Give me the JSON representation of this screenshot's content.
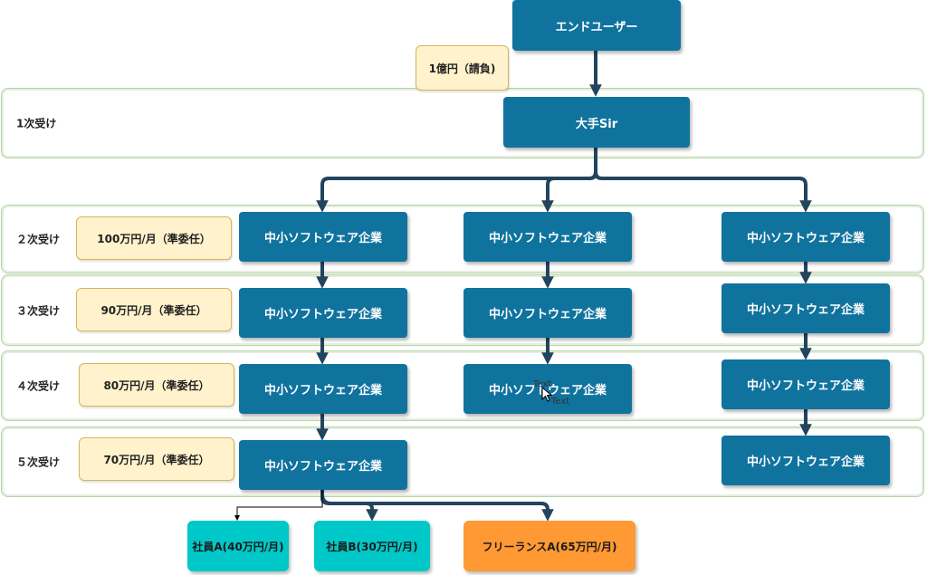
{
  "end_user": {
    "label": "エンドユーザー"
  },
  "contract_note": {
    "label": "1億円（請負)"
  },
  "tiers": [
    {
      "id": "t1",
      "label": "1次受け"
    },
    {
      "id": "t2",
      "label": "２次受け",
      "rate": "100万円/月（準委任）"
    },
    {
      "id": "t3",
      "label": "３次受け",
      "rate": "90万円/月（準委任）"
    },
    {
      "id": "t4",
      "label": "４次受け",
      "rate": "80万円/月（準委任）"
    },
    {
      "id": "t5",
      "label": "５次受け",
      "rate": "70万円/月（準委任）"
    }
  ],
  "prime": {
    "label": "大手Sir"
  },
  "sme_label": "中小ソフトウェア企業",
  "workers": [
    {
      "id": "w1",
      "label": "社員A(40万円/月)",
      "color": "#00c8c8"
    },
    {
      "id": "w2",
      "label": "社員B(30万円/月)",
      "color": "#00c8c8"
    },
    {
      "id": "w3",
      "label": "フリーランスA(65万円/月)",
      "color": "#ff9933"
    }
  ],
  "colors": {
    "node": "#10739e",
    "edge": "#23445d",
    "tier_border": "#b7d3a8"
  },
  "overlay_text": [
    "Text",
    "Text"
  ]
}
